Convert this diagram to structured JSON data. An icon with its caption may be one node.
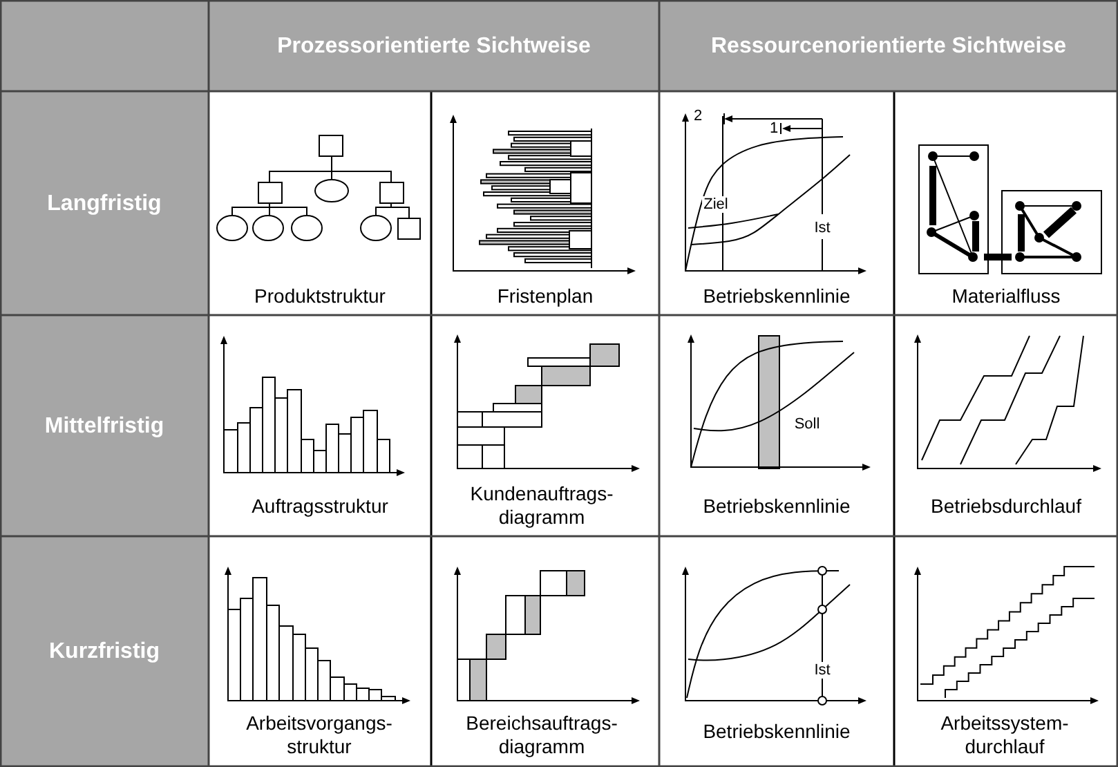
{
  "diagram": {
    "labels": [
      "Prozessorientierte Sichtweise",
      "Ressourcenorientierte Sichtweise",
      "Langfristig",
      "Produktstruktur",
      "Fristenplan",
      "2",
      "1",
      "Ziel",
      "Ist",
      "Betriebskennlinie",
      "Materialfluss",
      "Mittelfristig",
      "Auftragsstruktur",
      "Kundenauftrags- diagramm",
      "Soll",
      "Betriebskennlinie",
      "Betriebsdurchlauf",
      "Kurzfristig",
      "Arbeitsvorgangs- struktur",
      "Bereichsauftrags- diagramm",
      "Ist",
      "Betriebskennlinie",
      "Arbeitssystem- durchlauf"
    ]
  }
}
